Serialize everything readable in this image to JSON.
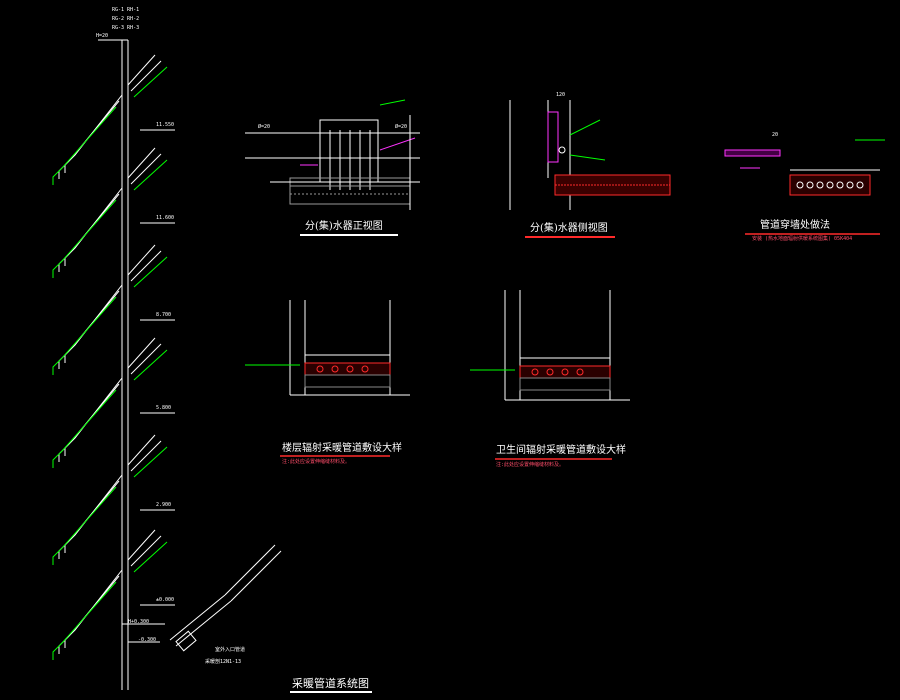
{
  "colors": {
    "background": "#000000",
    "pipe_white": "#ffffff",
    "annotation_green": "#00ff00",
    "hatch_red": "#ff2a2a",
    "underline_red": "#ff2a2a",
    "section_magenta": "#ff33ff",
    "section_gray": "#999999"
  },
  "riser_legend": [
    "RG-1  RH-1",
    "RG-2  RH-2",
    "RG-3  RH-3"
  ],
  "top_elevation": "H=20",
  "floor_elevations": [
    "11.550",
    "11.600",
    "8.700",
    "5.800",
    "2.900",
    "±0.000"
  ],
  "ground_mark": "H+0.300",
  "basement_mark": "-0.300",
  "entrance_note": "室外入口管道",
  "entrance_ref": "采暖剖12N1-13",
  "titles": {
    "system": "采暖管道系统图",
    "manifold_front": "分(集)水器正视图",
    "manifold_side": "分(集)水器侧视图",
    "wall_pipe": "管道穿墙处做法",
    "wall_pipe_note": "安装 (热水地面辐射供暖系统图集) 05K404",
    "floor_detail": "楼层辐射采暖管道敷设大样",
    "floor_detail_note": "注:此处应设置伸缩缝材料及。",
    "bath_detail": "卫生间辐射采暖管道敷设大样",
    "bath_detail_note": "注:此处应设置伸缩缝材料及。"
  },
  "dims": {
    "front_left": "Ø=20",
    "front_right": "Ø=20",
    "side_top": "120",
    "wall_top": "20"
  }
}
